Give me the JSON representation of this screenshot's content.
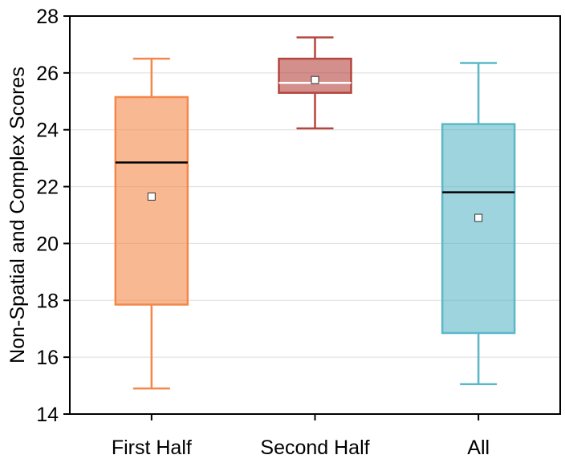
{
  "chart_data": {
    "type": "box",
    "title": "",
    "xlabel": "",
    "ylabel": "Non-Spatial and Complex Scores",
    "ylim": [
      14,
      28
    ],
    "yticks": [
      "14",
      "16",
      "18",
      "20",
      "22",
      "24",
      "26",
      "28"
    ],
    "grid": true,
    "categories": [
      "First Half",
      "Second Half",
      "All"
    ],
    "boxes": [
      {
        "category": "First Half",
        "whisker_low": 14.9,
        "q1": 17.85,
        "median": 22.85,
        "q3": 25.15,
        "whisker_high": 26.5,
        "mean": 21.65,
        "color": "#f4884a"
      },
      {
        "category": "Second Half",
        "whisker_low": 24.05,
        "q1": 25.3,
        "median": 25.65,
        "q3": 26.5,
        "whisker_high": 27.25,
        "mean": 25.75,
        "color": "#b5453d"
      },
      {
        "category": "All",
        "whisker_low": 15.05,
        "q1": 16.85,
        "median": 21.8,
        "q3": 24.2,
        "whisker_high": 26.35,
        "mean": 20.9,
        "color": "#5bb8c8"
      }
    ]
  }
}
